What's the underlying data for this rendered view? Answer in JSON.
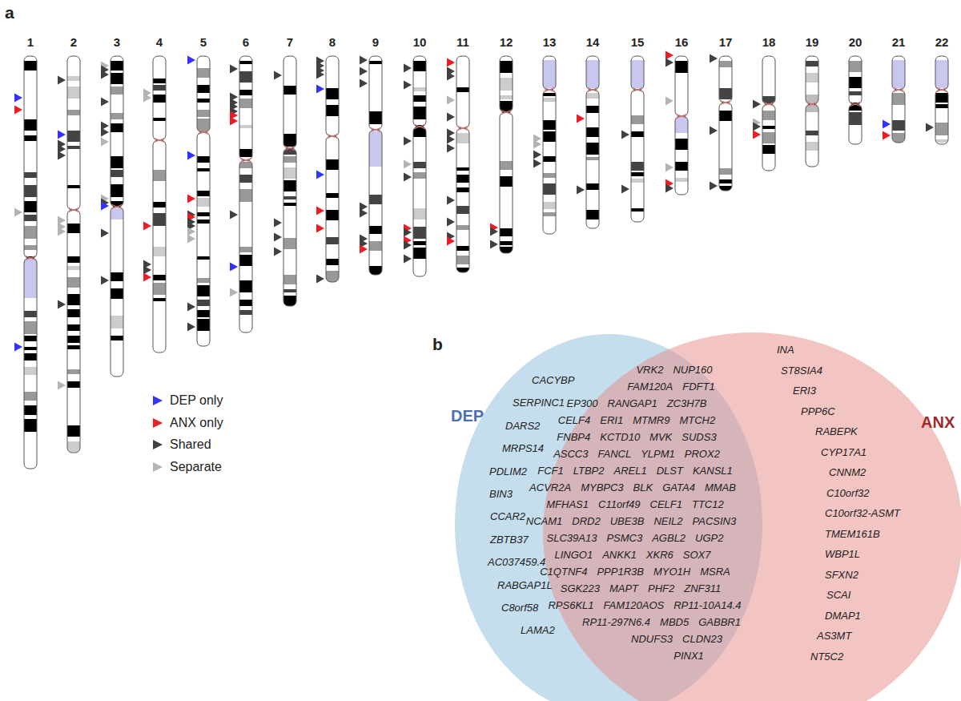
{
  "diagram": {
    "nodes": [
      {
        "text": [
          "DEP",
          "CACYBP",
          "SERPINC1",
          "DARS2",
          "MRPS14",
          "PDLIM2",
          "BIN3",
          "CCAR2",
          "ZBTB37",
          "AC037459.4",
          "RABGAP1L",
          "C8orf58",
          "LAMA2"
        ]
      },
      {
        "text": [
          "ANX",
          "INA",
          "ST8SIA4",
          "ERI3",
          "PPP6C",
          "RABEPK",
          "CYP17A1",
          "CNNM2",
          "C10orf32",
          "C10orf32-ASMT",
          "TMEM161B",
          "WBP1L",
          "SFXN2",
          "SCAI",
          "DMAP1",
          "AS3MT",
          "NT5C2"
        ]
      },
      {
        "text": [
          "VRK2",
          "NUP160",
          "FAM120A",
          "FDFT1",
          "EP300",
          "RANGAP1",
          "ZC3H7B",
          "CELF4",
          "ERI1",
          "MTMR9",
          "MTCH2",
          "FNBP4",
          "KCTD10",
          "MVK",
          "SUDS3",
          "ASCC3",
          "FANCL",
          "YLPM1",
          "PROX2",
          "FCF1",
          "LTBP2",
          "AREL1",
          "DLST",
          "KANSL1",
          "ACVR2A",
          "MYBPC3",
          "BLK",
          "GATA4",
          "MMAB",
          "MFHAS1",
          "C11orf49",
          "CELF1",
          "TTC12",
          "NCAM1",
          "DRD2",
          "UBE3B",
          "NEIL2",
          "PACSIN3",
          "SLC39A13",
          "PSMC3",
          "AGBL2",
          "UGP2",
          "LINGO1",
          "ANKK1",
          "XKR6",
          "SOX7",
          "C1QTNF4",
          "PPP1R3B",
          "MYO1H",
          "MSRA",
          "SGK223",
          "MAPT",
          "PHF2",
          "ZNF311",
          "RPS6KL1",
          "FAM120AOS",
          "RP11-10A14.4",
          "RP11-297N6.4",
          "MBD5",
          "GABBR1",
          "NDUFS3",
          "CLDN23",
          "PINX1"
        ]
      }
    ],
    "labels": [
      "a",
      "1",
      "2",
      "3",
      "4",
      "5",
      "6",
      "7",
      "8",
      "9",
      "10",
      "11",
      "12",
      "13",
      "14",
      "15",
      "16",
      "17",
      "18",
      "19",
      "20",
      "21",
      "22",
      "b"
    ],
    "legend": [
      {
        "text": "DEP only",
        "color": "#3333ff"
      },
      {
        "text": "ANX only",
        "color": "#ee1c24"
      },
      {
        "text": "Shared",
        "color": "#404040"
      },
      {
        "text": "Separate",
        "color": "#b4b4b4"
      }
    ]
  }
}
